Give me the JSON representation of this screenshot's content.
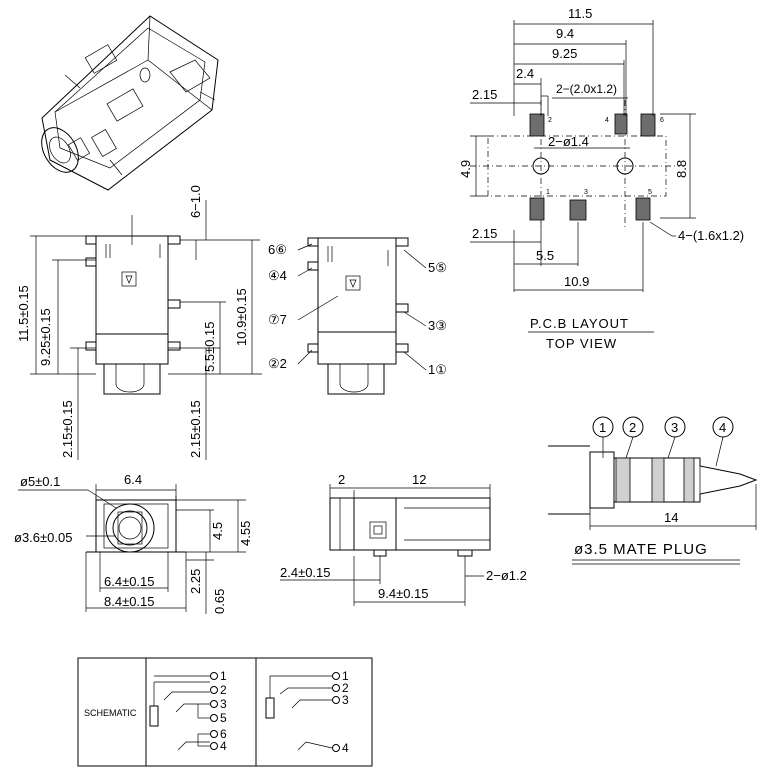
{
  "side_view": {
    "dim_6_1": "6−1.0",
    "dim_11_5": "11.5±0.15",
    "dim_9_25": "9.25±0.15",
    "dim_5_5": "5.5±0.15",
    "dim_10_9": "10.9±0.15",
    "dim_2_15_left": "2.15±0.15",
    "dim_2_15_right": "2.15±0.15"
  },
  "pin_view": {
    "labels": [
      "6⑥",
      "④4",
      "5⑤",
      "⑦7",
      "3③",
      "②2",
      "1①"
    ]
  },
  "pcb": {
    "dims": {
      "d11_5": "11.5",
      "d9_4": "9.4",
      "d9_25": "9.25",
      "d2_4": "2.4",
      "d2_15_top": "2.15",
      "pad_size_top": "2−(2.0x1.2)",
      "hole": "2−ø1.4",
      "d4_9": "4.9",
      "d8_8": "8.8",
      "d2_15_bottom": "2.15",
      "d5_5": "5.5",
      "d10_9": "10.9",
      "pad_size_bottom": "4−(1.6x1.2)"
    },
    "pad_numbers": [
      "2",
      "4",
      "6",
      "1",
      "3",
      "5"
    ],
    "title": "P.C.B LAYOUT",
    "subtitle": "TOP VIEW"
  },
  "plug": {
    "circles": [
      "1",
      "2",
      "3",
      "4"
    ],
    "length": "14",
    "title": "ø3.5 MATE PLUG"
  },
  "front_view": {
    "d5": "ø5±0.1",
    "d6_4_top": "6.4",
    "d3_6": "ø3.6±0.05",
    "d4_5": "4.5",
    "d4_55": "4.55",
    "d2_25": "2.25",
    "d0_65": "0.65",
    "d6_4_bottom": "6.4±0.15",
    "d8_4": "8.4±0.15"
  },
  "bottom_view": {
    "d2": "2",
    "d12": "12",
    "d2_4": "2.4±0.15",
    "d2_hole": "2−ø1.2",
    "d9_4": "9.4±0.15"
  },
  "schematic": {
    "label": "SCHEMATIC",
    "left_pins": [
      "1",
      "2",
      "3",
      "5",
      "6",
      "4"
    ],
    "right_pins": [
      "1",
      "2",
      "3",
      "4"
    ]
  }
}
